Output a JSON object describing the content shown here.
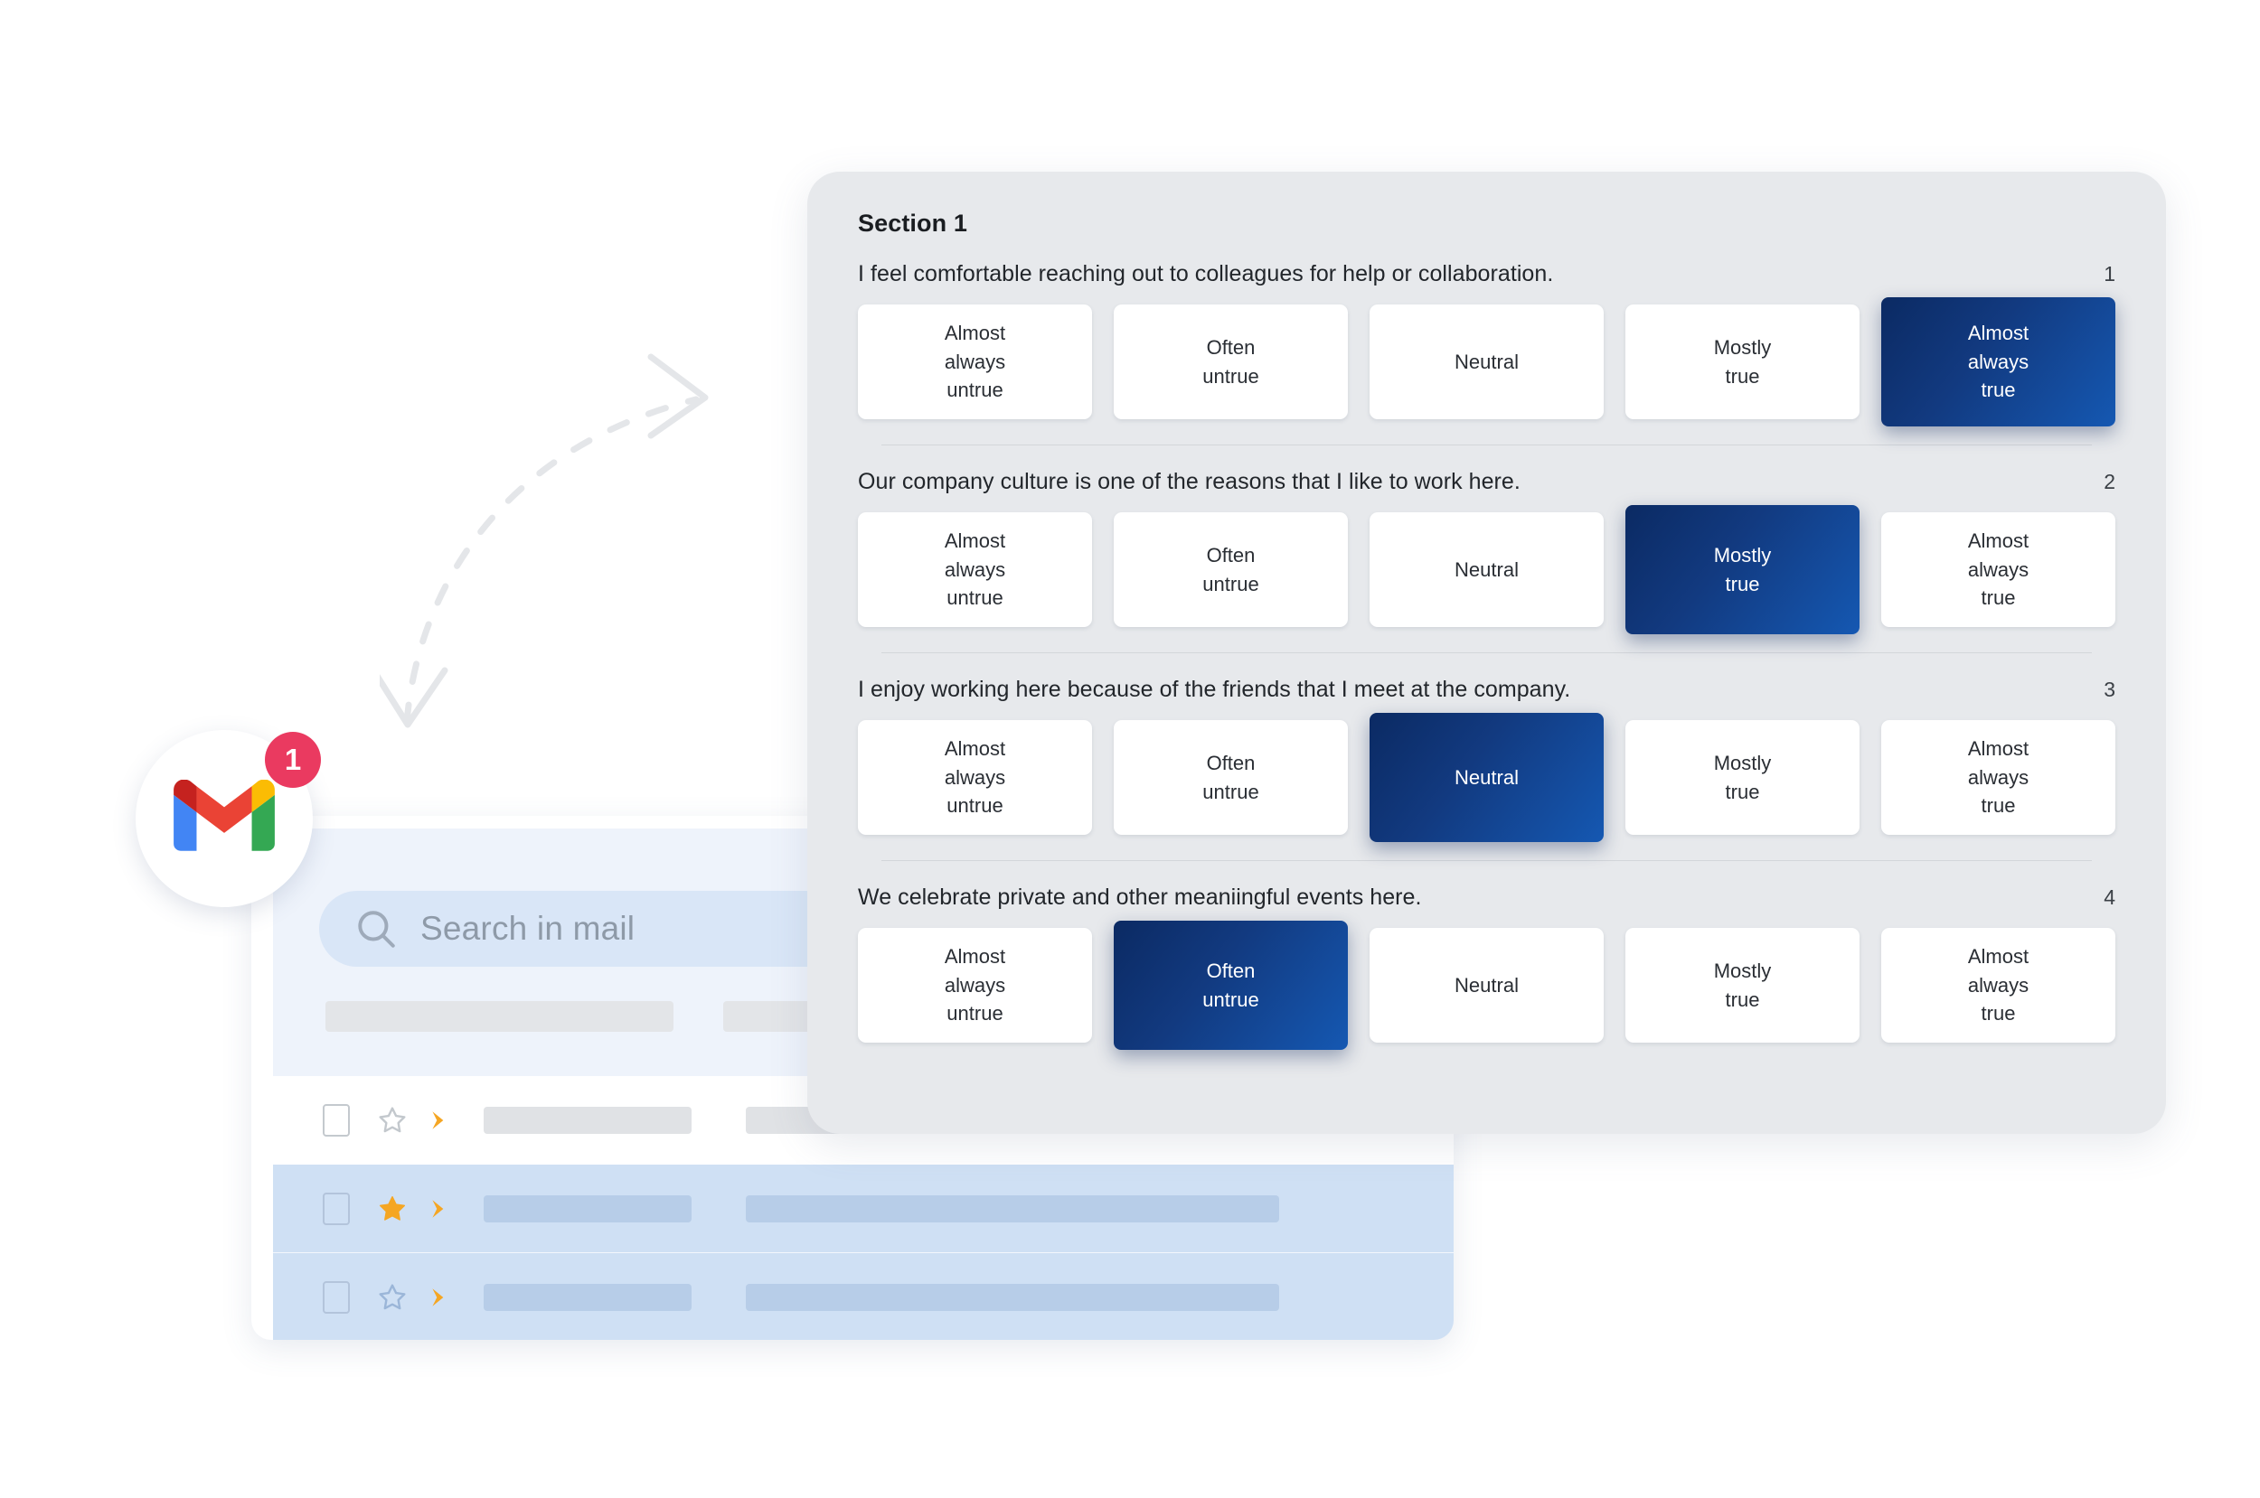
{
  "survey": {
    "section_title": "Section 1",
    "scale_options": [
      "Almost always untrue",
      "Often untrue",
      "Neutral",
      "Mostly true",
      "Almost always true"
    ],
    "questions": [
      {
        "number": "1",
        "text": "I feel comfortable reaching out to colleagues for help or collaboration.",
        "options": [
          {
            "label": "Almost\nalways\nuntrue",
            "selected": false
          },
          {
            "label": "Often\nuntrue",
            "selected": false
          },
          {
            "label": "Neutral",
            "selected": false
          },
          {
            "label": "Mostly\ntrue",
            "selected": false
          },
          {
            "label": "Almost\nalways\ntrue",
            "selected": true
          }
        ]
      },
      {
        "number": "2",
        "text": "Our company culture is one of the reasons that I like to work here.",
        "options": [
          {
            "label": "Almost\nalways\nuntrue",
            "selected": false
          },
          {
            "label": "Often\nuntrue",
            "selected": false
          },
          {
            "label": "Neutral",
            "selected": false
          },
          {
            "label": "Mostly\ntrue",
            "selected": true
          },
          {
            "label": "Almost\nalways\ntrue",
            "selected": false
          }
        ]
      },
      {
        "number": "3",
        "text": "I enjoy working here because of the friends that I meet at the company.",
        "options": [
          {
            "label": "Almost\nalways\nuntrue",
            "selected": false
          },
          {
            "label": "Often\nuntrue",
            "selected": false
          },
          {
            "label": "Neutral",
            "selected": true
          },
          {
            "label": "Mostly\ntrue",
            "selected": false
          },
          {
            "label": "Almost\nalways\ntrue",
            "selected": false
          }
        ]
      },
      {
        "number": "4",
        "text": "We celebrate private and other meaniingful events here.",
        "options": [
          {
            "label": "Almost\nalways\nuntrue",
            "selected": false
          },
          {
            "label": "Often\nuntrue",
            "selected": true
          },
          {
            "label": "Neutral",
            "selected": false
          },
          {
            "label": "Mostly\ntrue",
            "selected": false
          },
          {
            "label": "Almost\nalways\ntrue",
            "selected": false
          }
        ]
      }
    ]
  },
  "gmail": {
    "search": {
      "placeholder": "Search in mail",
      "icon": "search-icon"
    },
    "logo_icon": "gmail-logo-icon",
    "unread_badge_count": "1",
    "rows": [
      {
        "starred": false,
        "read": false
      },
      {
        "starred": true,
        "read": true
      },
      {
        "starred": false,
        "read": true
      },
      {
        "starred": false,
        "read": true
      }
    ]
  },
  "decoration": {
    "arrow_icon": "dashed-curved-arrow-icon"
  },
  "colors": {
    "selected_gradient_start": "#0b2a63",
    "selected_gradient_end": "#1558b2",
    "card_background": "#e7e9ec",
    "gmail_panel_background": "#eef3fb",
    "badge_red": "#ea3a60",
    "star_orange": "#f5a623"
  }
}
